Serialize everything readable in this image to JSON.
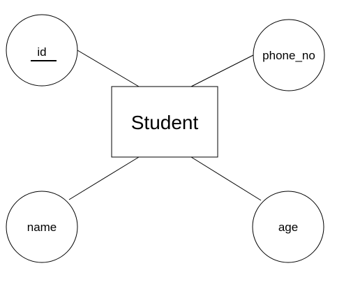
{
  "diagram": {
    "entity": {
      "label": "Student"
    },
    "attributes": [
      {
        "key": "id",
        "label": "id",
        "is_key": true
      },
      {
        "key": "phone_no",
        "label": "phone_no",
        "is_key": false
      },
      {
        "key": "name",
        "label": "name",
        "is_key": false
      },
      {
        "key": "age",
        "label": "age",
        "is_key": false
      }
    ],
    "colors": {
      "stroke": "#000000",
      "fill": "#ffffff"
    }
  }
}
